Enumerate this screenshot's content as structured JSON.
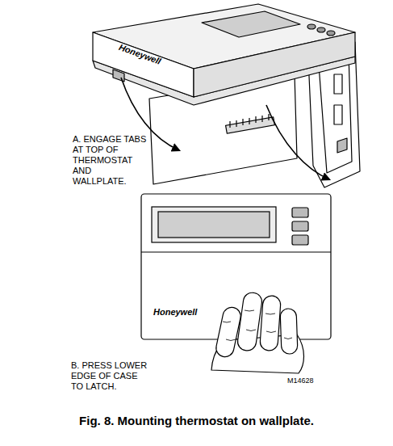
{
  "diagram": {
    "caption": "Fig. 8. Mounting thermostat on wallplate.",
    "labels": [
      "Honeywell",
      "A. ENGAGE TABS AT TOP OF THERMOSTAT AND WALLPLATE.",
      "Honeywell",
      "B. PRESS LOWER EDGE OF CASE TO LATCH.",
      "M14628"
    ]
  }
}
